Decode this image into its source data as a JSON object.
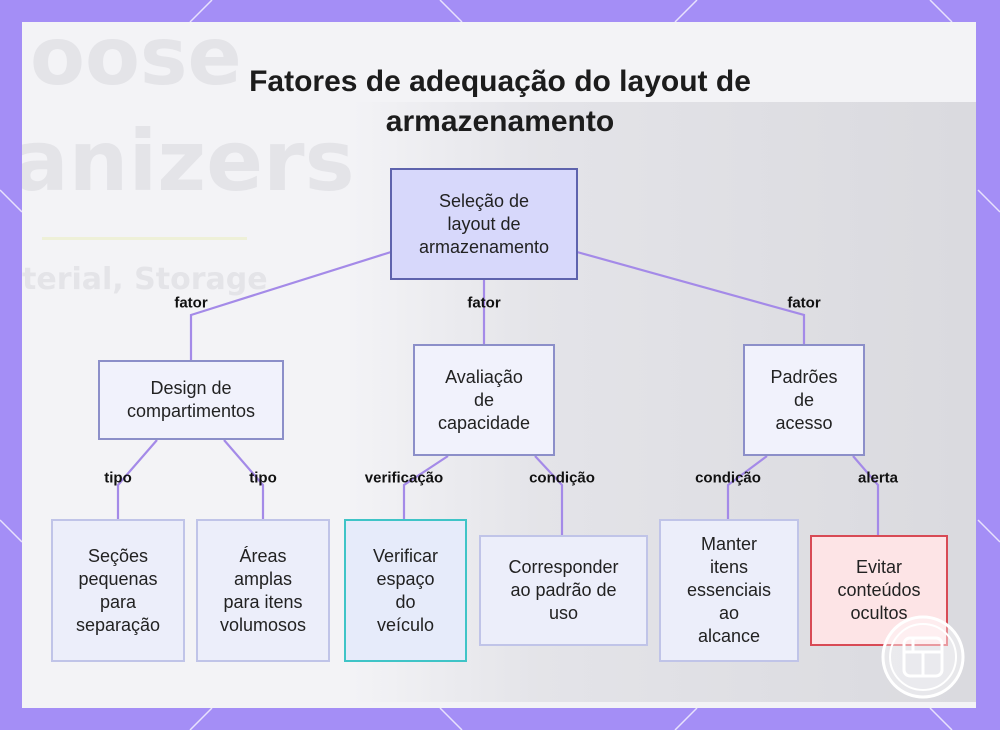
{
  "title": [
    "Fatores de adequação do layout de",
    "armazenamento"
  ],
  "background_text": [
    "oose",
    "anizers",
    "terial, Storage"
  ],
  "nodes": {
    "root": [
      "Seleção de",
      "layout de",
      "armazenamento"
    ],
    "design": [
      "Design de",
      "compartimentos"
    ],
    "avaliacao": [
      "Avaliação",
      "de",
      "capacidade"
    ],
    "padroes": [
      "Padrões",
      "de",
      "acesso"
    ],
    "secoes": [
      "Seções",
      "pequenas",
      "para",
      "separação"
    ],
    "areas": [
      "Áreas",
      "amplas",
      "para itens",
      "volumosos"
    ],
    "verificar": [
      "Verificar",
      "espaço",
      "do",
      "veículo"
    ],
    "corresponder": [
      "Corresponder",
      "ao padrão de",
      "uso"
    ],
    "manter": [
      "Manter",
      "itens",
      "essenciais",
      "ao",
      "alcance"
    ],
    "evitar": [
      "Evitar",
      "conteúdos",
      "ocultos"
    ]
  },
  "edges": {
    "fator_left": "fator",
    "fator_mid": "fator",
    "fator_right": "fator",
    "tipo_left": "tipo",
    "tipo_right": "tipo",
    "verificacao": "verificação",
    "condicao_mid": "condição",
    "condicao_right": "condição",
    "alerta": "alerta"
  },
  "colors": {
    "frame": "#a48ef6",
    "panel": "#f3f3f6",
    "connector": "#a48ae8",
    "root_fill": "#d7d8fb",
    "node_fill": "#f1f2fc",
    "highlight_border": "#3fc4c7",
    "alert_border": "#d84a55"
  },
  "icons": [
    "layout-grid-icon"
  ]
}
